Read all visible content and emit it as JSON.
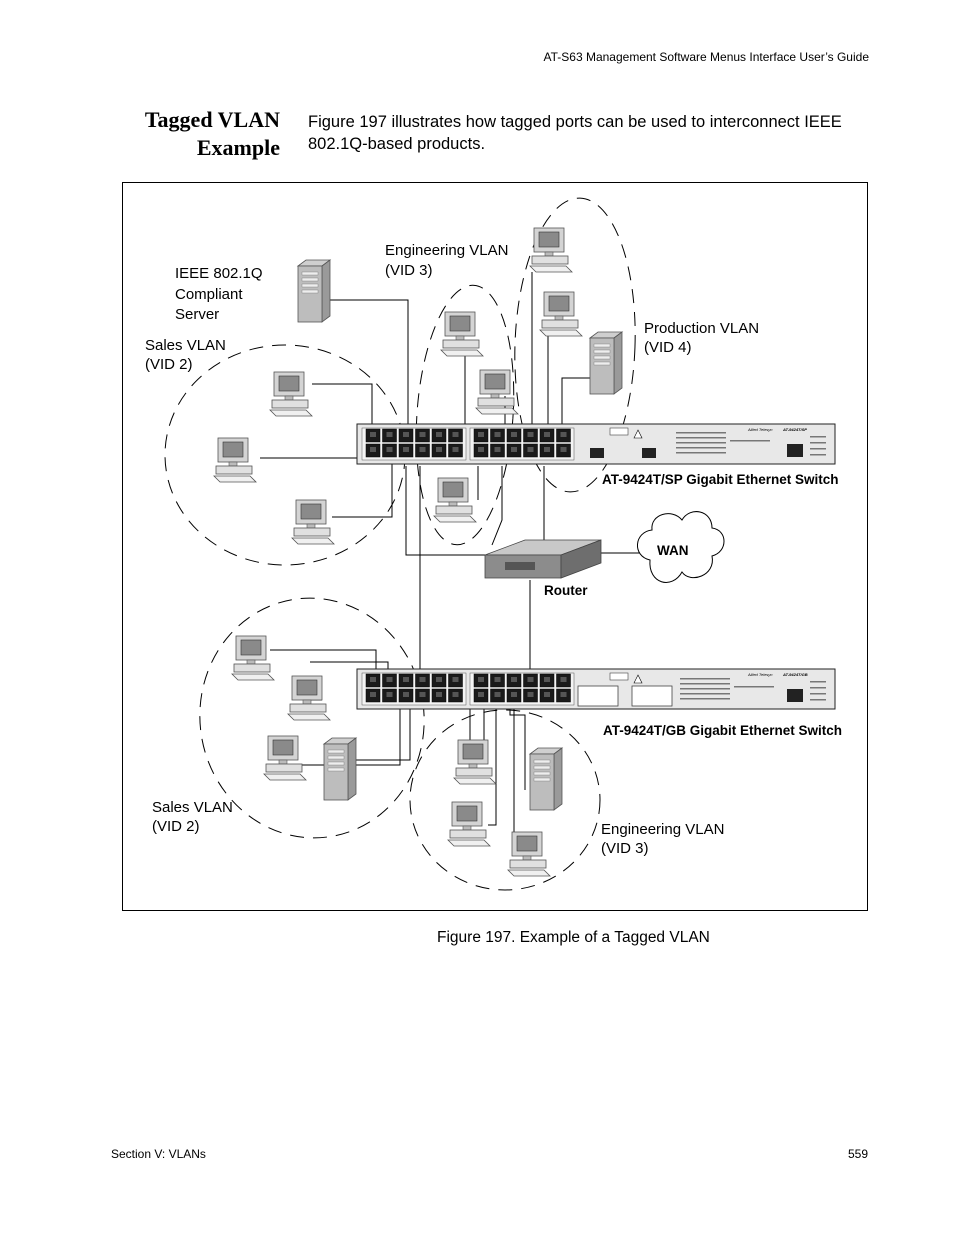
{
  "header": {
    "running_title": "AT-S63 Management Software Menus Interface User’s Guide"
  },
  "section": {
    "title_line1": "Tagged VLAN",
    "title_line2": "Example",
    "intro": "Figure 197 illustrates how tagged ports can be used to interconnect IEEE 802.1Q-based products."
  },
  "figure": {
    "labels": {
      "server": [
        "IEEE 802.1Q",
        "Compliant",
        "Server"
      ],
      "sales_top": [
        "Sales VLAN",
        "(VID 2)"
      ],
      "eng_top": [
        "Engineering VLAN",
        "(VID 3)"
      ],
      "prod": [
        "Production VLAN",
        "(VID 4)"
      ],
      "switch_top": "AT-9424T/SP Gigabit Ethernet Switch",
      "router": "Router",
      "wan": "WAN",
      "switch_bottom": "AT-9424T/GB Gigabit Ethernet Switch",
      "sales_bottom": [
        "Sales VLAN",
        "(VID 2)"
      ],
      "eng_bottom": [
        "Engineering VLAN",
        "(VID 3)"
      ]
    },
    "switch_top_model": "AT-9424T/SP",
    "switch_bottom_model": "AT-9424T/GB",
    "brand": "Allied Telesyn",
    "caption": "Figure 197. Example of a Tagged VLAN"
  },
  "footer": {
    "left": "Section V: VLANs",
    "right": "559"
  }
}
